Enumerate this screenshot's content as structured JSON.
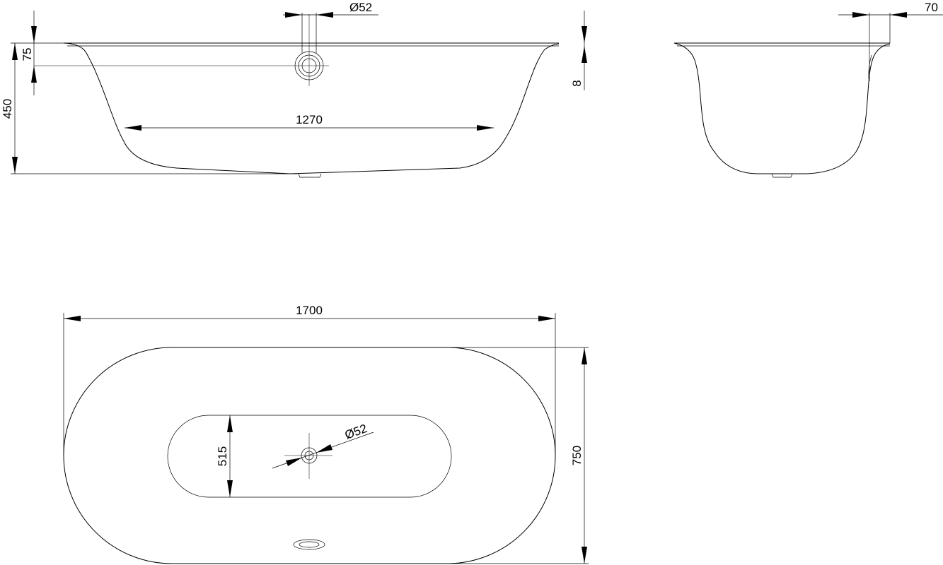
{
  "views": {
    "side": {
      "height": "450",
      "rim_to_overflow": "75",
      "overflow_diameter": "Ø52",
      "bottom_length": "1270",
      "rim_thickness": "8"
    },
    "end": {
      "rim_width": "70"
    },
    "top": {
      "overall_length": "1700",
      "overall_width": "750",
      "inner_width": "515",
      "drain_diameter": "Ø52"
    }
  }
}
